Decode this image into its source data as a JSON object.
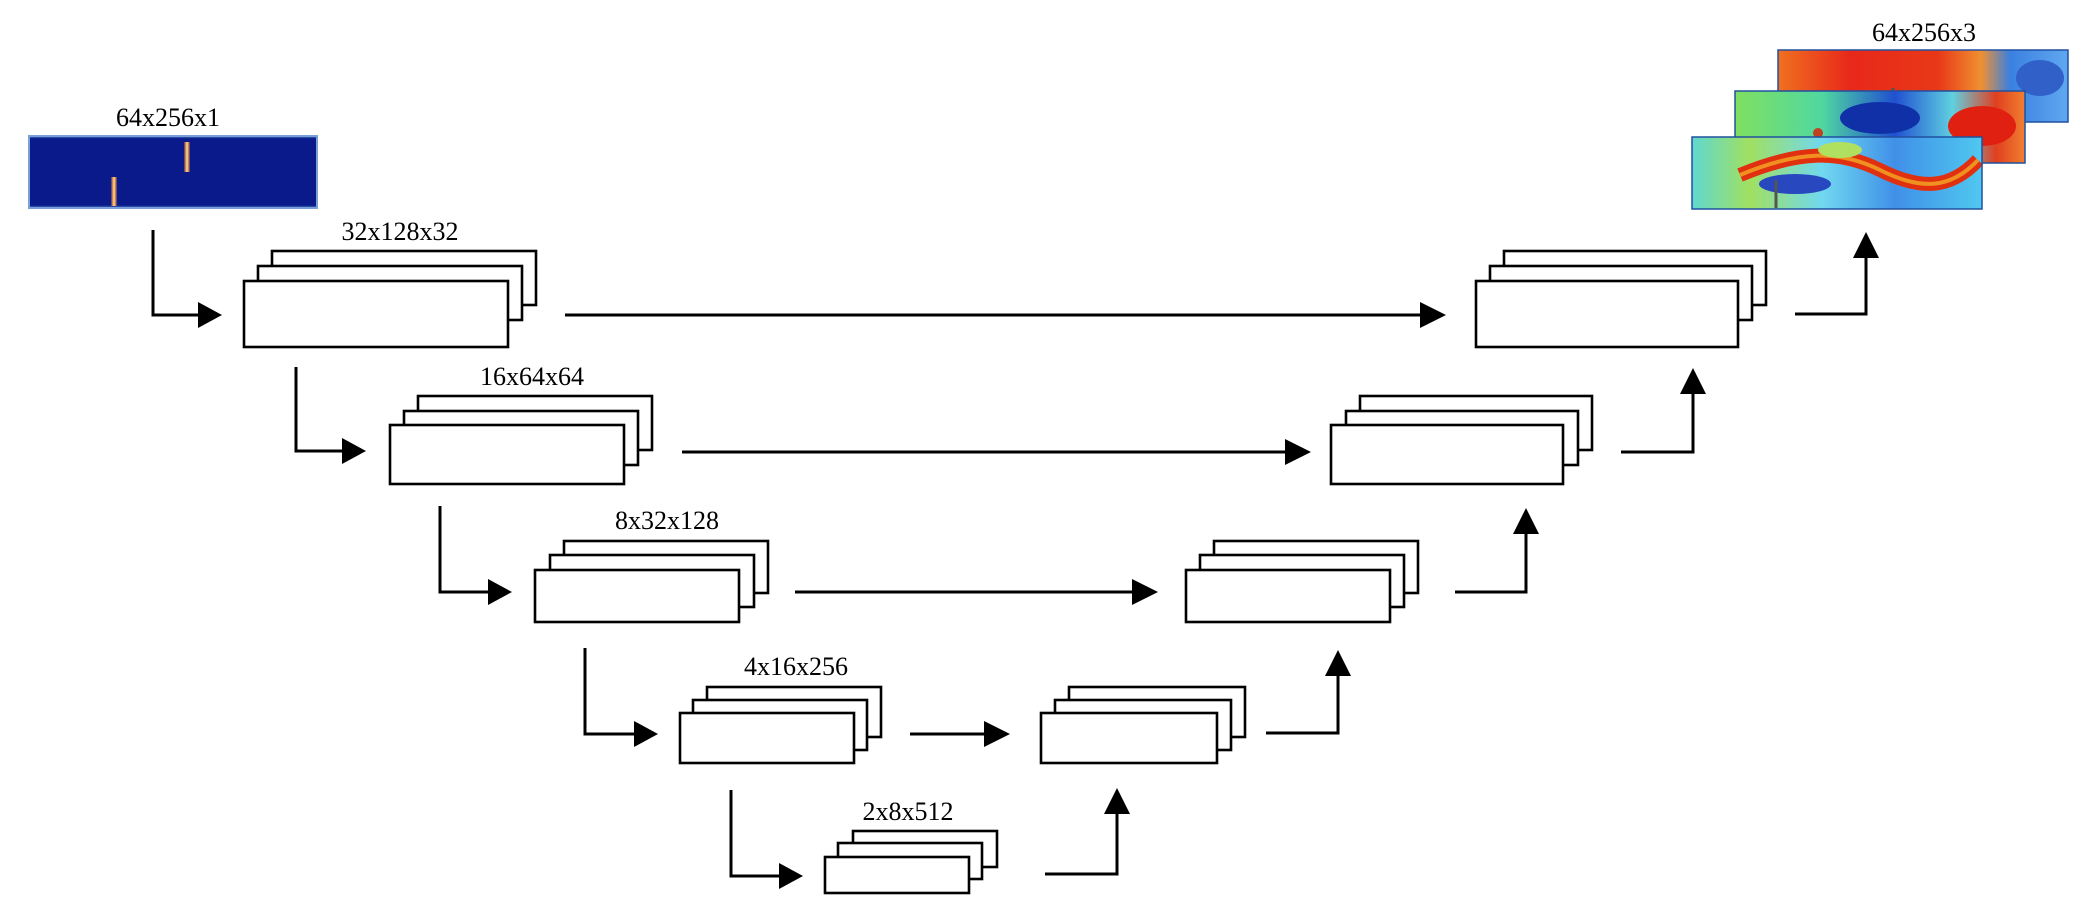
{
  "diagram": {
    "input": {
      "label": "64x256x1"
    },
    "output": {
      "label": "64x256x3"
    },
    "encoder_labels": [
      "32x128x32",
      "16x64x64",
      "8x32x128",
      "4x16x256",
      "2x8x512"
    ]
  }
}
